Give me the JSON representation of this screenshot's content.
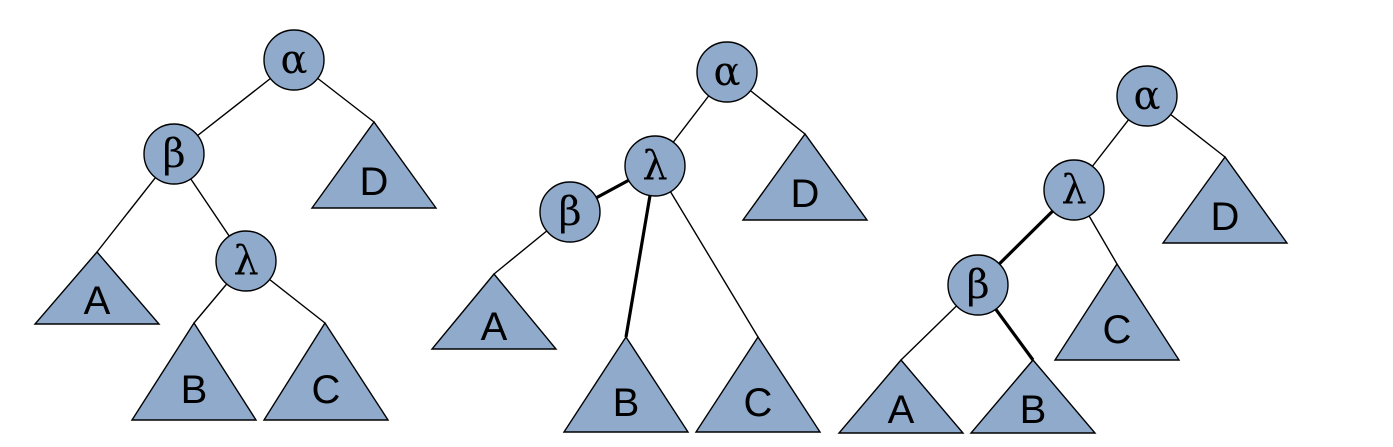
{
  "colors": {
    "fill": "#8FAACB",
    "stroke": "#000000",
    "highlight": "#E81010"
  },
  "trees": [
    {
      "nodes": {
        "alpha": "α",
        "beta": "β",
        "lambda": "λ"
      },
      "subtrees": {
        "A": "A",
        "B": "B",
        "C": "C",
        "D": "D"
      }
    },
    {
      "nodes": {
        "alpha": "α",
        "lambda": "λ",
        "beta": "β"
      },
      "subtrees": {
        "A": "A",
        "B": "B",
        "C": "C",
        "D": "D"
      }
    },
    {
      "nodes": {
        "alpha": "α",
        "lambda": "λ",
        "beta": "β"
      },
      "subtrees": {
        "A": "A",
        "B": "B",
        "C": "C",
        "D": "D"
      }
    }
  ]
}
